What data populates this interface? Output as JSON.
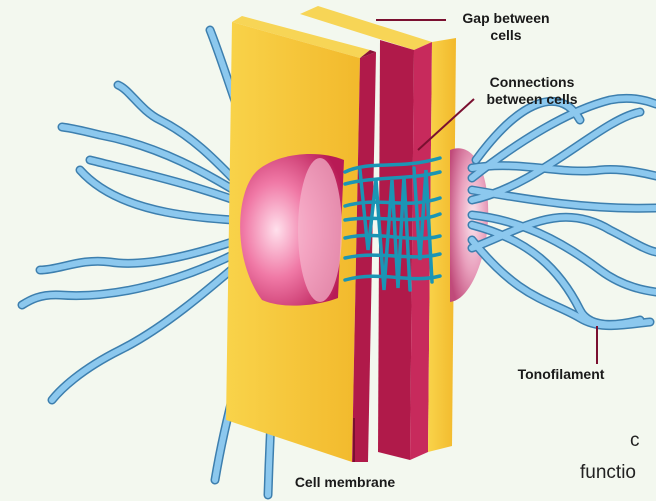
{
  "labels": {
    "gap_line1": "Gap between",
    "gap_line2": "cells",
    "connections_line1": "Connections",
    "connections_line2": "between cells",
    "tonofilament": "Tonofilament",
    "cell_membrane": "Cell membrane"
  },
  "cut_off_text": {
    "line1": "c",
    "line2": "functio"
  },
  "colors": {
    "background": "#f3f8ef",
    "membrane_face": "#f6c93b",
    "membrane_edge": "#b01a4a",
    "filament": "#6fb4e0",
    "filament_outline": "#3d7fae",
    "connector": "#1b95b5",
    "plaque": "#e65a8d",
    "leader_line": "#7a1030"
  },
  "icons": {
    "plaque_left": "desmosome-plaque",
    "plaque_right": "desmosome-plaque"
  }
}
